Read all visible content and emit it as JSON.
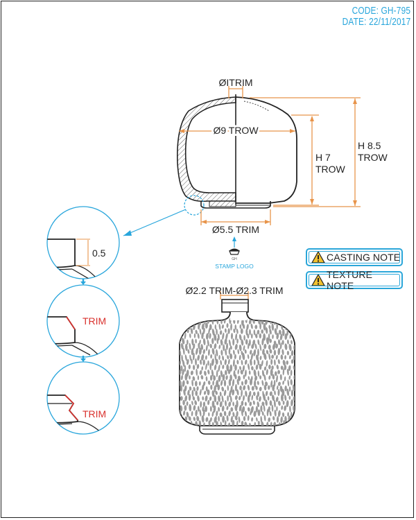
{
  "header": {
    "code": "CODE: GH-795",
    "date": "DATE: 22/11/2017"
  },
  "dimensions": {
    "neck_top": "ØITRIM",
    "body_width": "Ø9 TROW",
    "height_body_1": "H 7",
    "height_body_2": "TROW",
    "height_total_1": "H 8.5",
    "height_total_2": "TROW",
    "base": "Ø5.5 TRIM",
    "neck_bottom_view": "Ø2.2 TRIM-Ø2.3 TRIM"
  },
  "stamp": {
    "label": "STAMP LOGO",
    "logo_text": "GH"
  },
  "details": {
    "thickness": "0.5",
    "trim_1": "TRIM",
    "trim_2": "TRIM"
  },
  "notes": {
    "casting": "CASTING NOTE",
    "texture": "TEXTURE NOTE"
  },
  "colors": {
    "accent": "#29a6dc",
    "dimension": "#e8944a",
    "trim": "#d9302c",
    "texture": "#9a9a9a"
  },
  "icons": {
    "warning": "warning-icon",
    "arrow": "arrow-down-icon"
  }
}
